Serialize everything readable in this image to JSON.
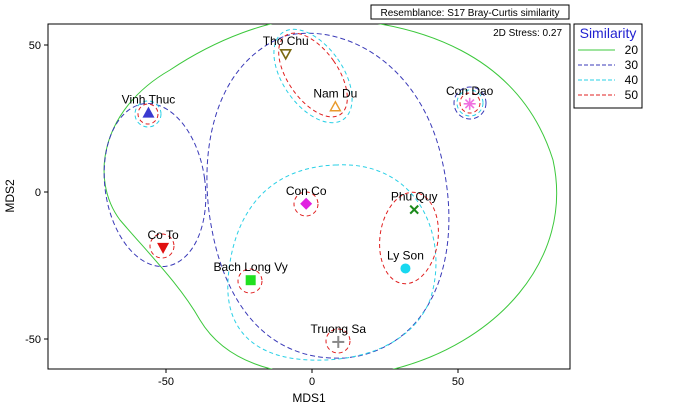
{
  "header": {
    "resemblance": "Resemblance: S17 Bray-Curtis similarity",
    "stress": "2D Stress: 0.27"
  },
  "legend": {
    "title": "Similarity",
    "title_color": "#1f1fd0",
    "items": [
      {
        "label": "20",
        "color": "#3cc83c",
        "style": "solid"
      },
      {
        "label": "30",
        "color": "#3a3ab8",
        "style": "dashed"
      },
      {
        "label": "40",
        "color": "#2ad0e6",
        "style": "dashed"
      },
      {
        "label": "50",
        "color": "#e02020",
        "style": "dashed"
      }
    ]
  },
  "chart_data": {
    "type": "scatter",
    "xlabel": "MDS1",
    "ylabel": "MDS2",
    "xlim": [
      -90,
      90
    ],
    "ylim": [
      -60,
      57
    ],
    "xticks": [
      -50,
      0,
      50
    ],
    "yticks": [
      -50,
      0,
      50
    ],
    "grid": false,
    "legend_position": "right",
    "points": [
      {
        "label": "Tho Chu",
        "x": -9,
        "y": 47,
        "marker": "triangle-down-open",
        "color": "#7a6a12"
      },
      {
        "label": "Nam Du",
        "x": 8,
        "y": 29,
        "marker": "triangle-up-open",
        "color": "#e89a2c"
      },
      {
        "label": "Con Dao",
        "x": 54,
        "y": 30,
        "marker": "asterisk",
        "color": "#f070e0"
      },
      {
        "label": "Vinh Thuc",
        "x": -56,
        "y": 27,
        "marker": "triangle-up",
        "color": "#3a3ad0"
      },
      {
        "label": "Con Co",
        "x": -2,
        "y": -4,
        "marker": "diamond",
        "color": "#e020e0"
      },
      {
        "label": "Phu Quy",
        "x": 35,
        "y": -6,
        "marker": "x",
        "color": "#1a8a1a"
      },
      {
        "label": "Co To",
        "x": -51,
        "y": -19,
        "marker": "triangle-down",
        "color": "#e01010"
      },
      {
        "label": "Ly Son",
        "x": 32,
        "y": -26,
        "marker": "circle",
        "color": "#18d8f0"
      },
      {
        "label": "Bach Long Vy",
        "x": -21,
        "y": -30,
        "marker": "square",
        "color": "#20e020"
      },
      {
        "label": "Truong Sa",
        "x": 9,
        "y": -51,
        "marker": "plus",
        "color": "#888888"
      }
    ],
    "clusters": [
      {
        "level": "20",
        "members": [
          "Tho Chu",
          "Nam Du",
          "Con Dao",
          "Con Co",
          "Phu Quy",
          "Ly Son",
          "Bach Long Vy",
          "Truong Sa"
        ]
      },
      {
        "level": "30",
        "members": [
          "Vinh Thuc",
          "Co To"
        ]
      },
      {
        "level": "30",
        "members": [
          "Tho Chu",
          "Nam Du",
          "Con Co",
          "Phu Quy",
          "Ly Son",
          "Bach Long Vy",
          "Truong Sa"
        ]
      },
      {
        "level": "30",
        "members": [
          "Con Dao"
        ]
      },
      {
        "level": "40",
        "members": [
          "Tho Chu",
          "Nam Du"
        ]
      },
      {
        "level": "40",
        "members": [
          "Con Co",
          "Phu Quy",
          "Ly Son",
          "Bach Long Vy",
          "Truong Sa"
        ]
      },
      {
        "level": "50",
        "members": [
          "Tho Chu",
          "Nam Du"
        ]
      },
      {
        "level": "50",
        "members": [
          "Phu Quy",
          "Ly Son"
        ]
      }
    ]
  }
}
